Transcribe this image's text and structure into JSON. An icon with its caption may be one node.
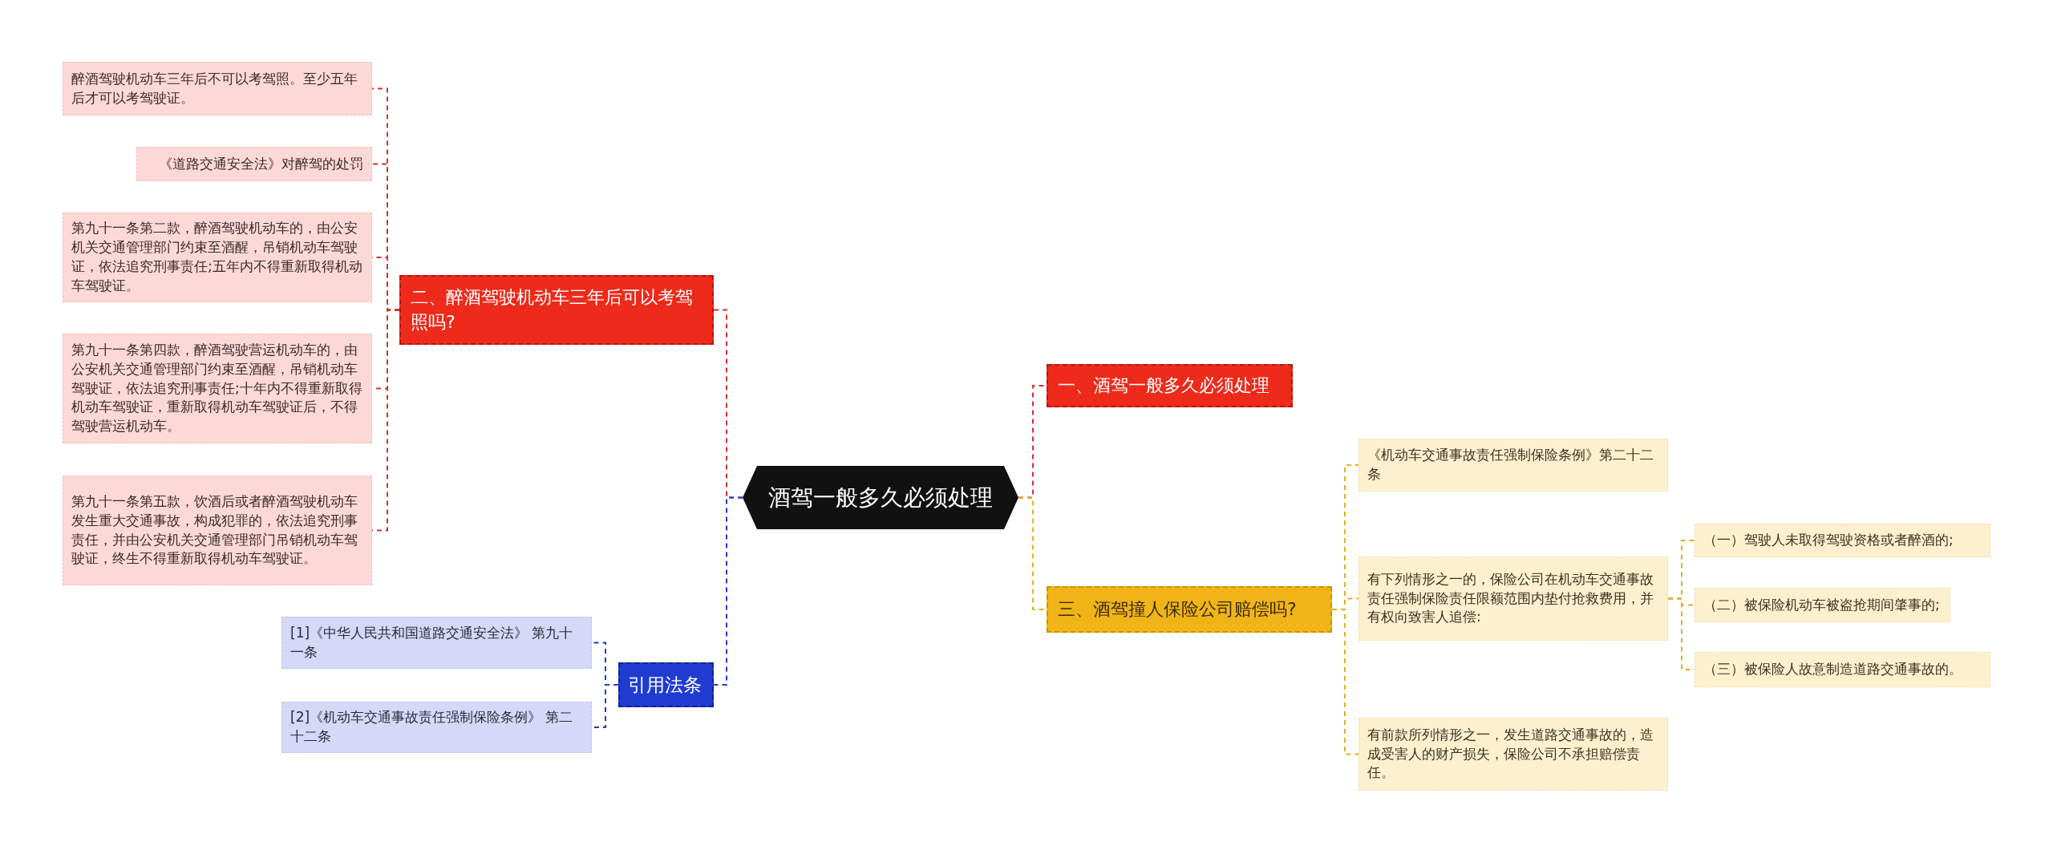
{
  "diagram": {
    "nodes": [
      {
        "text": [
          "酒驾一般多久必须处理"
        ]
      },
      {
        "text": [
          "二、醉酒驾驶机动车三年后可以考驾照吗?"
        ]
      },
      {
        "text": [
          "醉酒驾驶机动车三年后不可以考驾照。至少五年后才可以考驾驶证。"
        ]
      },
      {
        "text": [
          "《道路交通安全法》对醉驾的处罚"
        ]
      },
      {
        "text": [
          "第九十一条第二款，醉酒驾驶机动车的，由公安机关交通管理部门约束至酒醒，吊销机动车驾驶证，依法追究刑事责任;五年内不得重新取得机动车驾驶证。"
        ]
      },
      {
        "text": [
          "第九十一条第四款，醉酒驾驶营运机动车的，由公安机关交通管理部门约束至酒醒，吊销机动车驾驶证，依法追究刑事责任;十年内不得重新取得机动车驾驶证，重新取得机动车驾驶证后，不得驾驶营运机动车。"
        ]
      },
      {
        "text": [
          "第九十一条第五款，饮酒后或者醉酒驾驶机动车发生重大交通事故，构成犯罪的，依法追究刑事责任，并由公安机关交通管理部门吊销机动车驾驶证，终生不得重新取得机动车驾驶证。"
        ]
      },
      {
        "text": [
          "引用法条"
        ]
      },
      {
        "text": [
          "[1]《中华人民共和国道路交通安全法》 第九十一条"
        ]
      },
      {
        "text": [
          "[2]《机动车交通事故责任强制保险条例》 第二十二条"
        ]
      },
      {
        "text": [
          "一、酒驾一般多久必须处理"
        ]
      },
      {
        "text": [
          "三、酒驾撞人保险公司赔偿吗?"
        ]
      },
      {
        "text": [
          "《机动车交通事故责任强制保险条例》第二十二条"
        ]
      },
      {
        "text": [
          "有下列情形之一的，保险公司在机动车交通事故责任强制保险责任限额范围内垫付抢救费用，并有权向致害人追偿:"
        ]
      },
      {
        "text": [
          "有前款所列情形之一，发生道路交通事故的，造成受害人的财产损失，保险公司不承担赔偿责任。"
        ]
      },
      {
        "text": [
          "（一）驾驶人未取得驾驶资格或者醉酒的;"
        ]
      },
      {
        "text": [
          "（二）被保险机动车被盗抢期间肇事的;"
        ]
      },
      {
        "text": [
          "（三）被保险人故意制造道路交通事故的。"
        ]
      }
    ],
    "edges": [
      {
        "from": 0,
        "to": 1,
        "arrow": "none"
      },
      {
        "from": 1,
        "to": 2,
        "arrow": "none"
      },
      {
        "from": 1,
        "to": 3,
        "arrow": "none"
      },
      {
        "from": 1,
        "to": 4,
        "arrow": "none"
      },
      {
        "from": 1,
        "to": 5,
        "arrow": "none"
      },
      {
        "from": 1,
        "to": 6,
        "arrow": "none"
      },
      {
        "from": 0,
        "to": 7,
        "arrow": "none",
        "color": "#1f3bd1"
      },
      {
        "from": 7,
        "to": 8,
        "arrow": "none",
        "color": "#1f3bd1"
      },
      {
        "from": 7,
        "to": 9,
        "arrow": "none",
        "color": "#1f3bd1"
      },
      {
        "from": 0,
        "to": 10,
        "arrow": "none"
      },
      {
        "from": 0,
        "to": 11,
        "arrow": "none",
        "color": "#e2b21c"
      },
      {
        "from": 11,
        "to": 12,
        "arrow": "none",
        "color": "#e2b21c"
      },
      {
        "from": 11,
        "to": 13,
        "arrow": "none",
        "color": "#e2b21c"
      },
      {
        "from": 11,
        "to": 14,
        "arrow": "none",
        "color": "#e2b21c"
      },
      {
        "from": 13,
        "to": 15,
        "arrow": "none",
        "color": "#e2b21c"
      },
      {
        "from": 13,
        "to": 16,
        "arrow": "none",
        "color": "#e2b21c"
      },
      {
        "from": 13,
        "to": 17,
        "arrow": "none",
        "color": "#e2b21c"
      }
    ]
  }
}
